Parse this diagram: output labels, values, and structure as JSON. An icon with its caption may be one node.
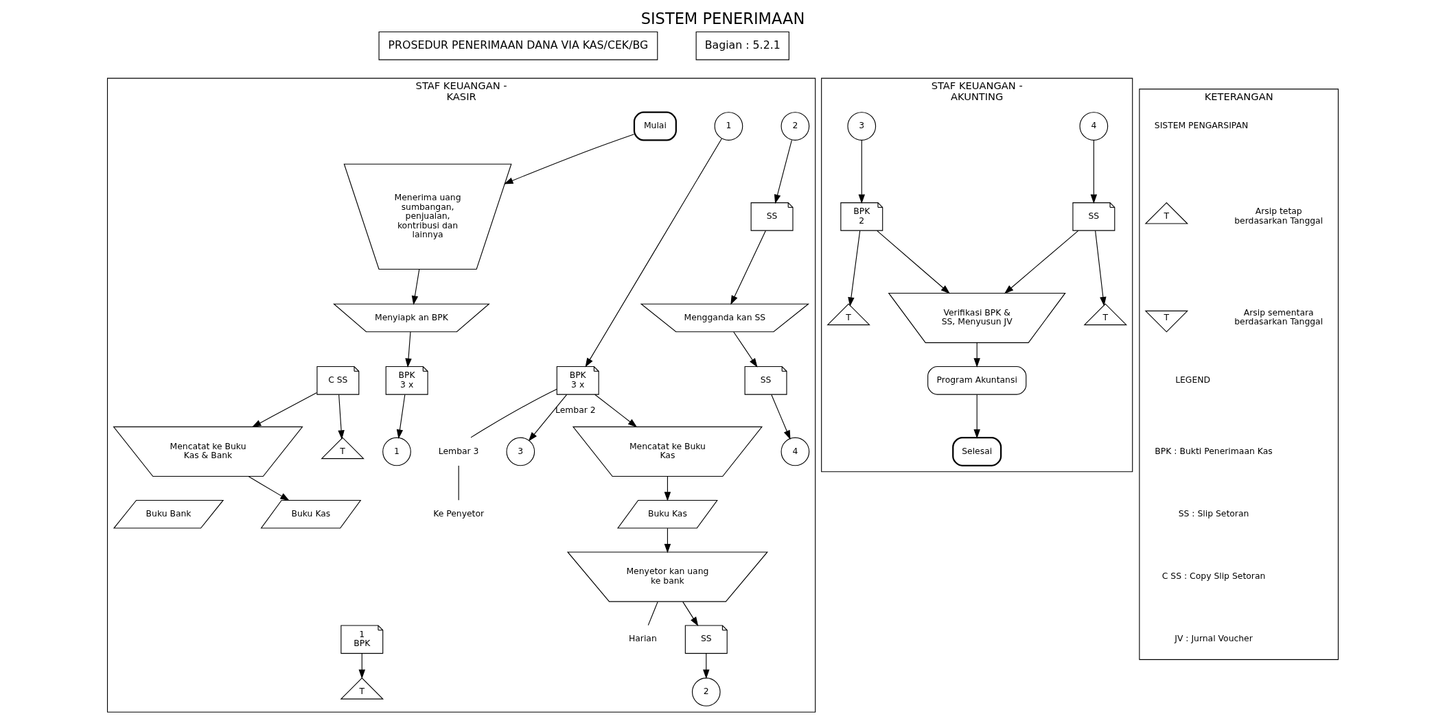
{
  "diagram": {
    "title": "SISTEM PENERIMAAN",
    "nodes": [
      {
        "text": [
          "STAF KEUANGAN - KASIR"
        ]
      },
      {
        "text": [
          "Mulai"
        ],
        "in": 0
      },
      {
        "text": [
          "Menerima uang sumbangan, penjualan, kontribusi dan lainnya"
        ],
        "in": 0
      },
      {
        "text": [
          "Menyiapk an BPK"
        ],
        "in": 0
      },
      {
        "text": [
          "BPK",
          "3 x"
        ],
        "in": 0
      },
      {
        "text": [
          "1"
        ],
        "in": 0
      },
      {
        "text": [
          "1"
        ],
        "in": 0
      },
      {
        "text": [
          "BPK",
          "3 x"
        ],
        "in": 0
      },
      {
        "text": [
          "Lembar 3"
        ],
        "in": 0
      },
      {
        "text": [
          "Ke Penyetor"
        ],
        "in": 0
      },
      {
        "text": [
          "3"
        ],
        "in": 0
      },
      {
        "text": [
          "Mencatat ke Buku Kas"
        ],
        "in": 0
      },
      {
        "text": [
          "Buku Kas"
        ],
        "in": 0
      },
      {
        "text": [
          "Menyetor kan uang ke bank"
        ],
        "in": 0
      },
      {
        "text": [
          "Harian"
        ],
        "in": 0
      },
      {
        "text": [
          "SS"
        ],
        "in": 0
      },
      {
        "text": [
          "1",
          "BPK"
        ],
        "in": 0
      },
      {
        "text": [
          "2"
        ],
        "in": 0
      },
      {
        "text": [
          "T"
        ],
        "in": 0
      },
      {
        "text": [
          "2"
        ],
        "in": 0
      },
      {
        "text": [
          "SS"
        ],
        "in": 0
      },
      {
        "text": [
          "Mengganda kan SS"
        ],
        "in": 0
      },
      {
        "text": [
          "SS"
        ],
        "in": 0
      },
      {
        "text": [
          "C SS"
        ],
        "in": 0
      },
      {
        "text": [
          "4"
        ],
        "in": 0
      },
      {
        "text": [
          "T"
        ],
        "in": 0
      },
      {
        "text": [
          "Mencatat ke Buku Kas & Bank"
        ],
        "in": 0
      },
      {
        "text": [
          "Buku Kas"
        ],
        "in": 0
      },
      {
        "text": [
          "Buku Bank"
        ],
        "in": 0
      },
      {
        "text": [
          "STAF KEUANGAN - AKUNTING"
        ]
      },
      {
        "text": [
          "3"
        ],
        "in": 29
      },
      {
        "text": [
          "4"
        ],
        "in": 29
      },
      {
        "text": [
          "BPK",
          "2"
        ],
        "in": 29
      },
      {
        "text": [
          "SS"
        ],
        "in": 29
      },
      {
        "text": [
          "T"
        ],
        "in": 29
      },
      {
        "text": [
          "T"
        ],
        "in": 29
      },
      {
        "text": [
          "Verifikasi BPK & SS, Menyusun JV"
        ],
        "in": 29
      },
      {
        "text": [
          "Program Akuntansi"
        ],
        "in": 29
      },
      {
        "text": [
          "Selesai"
        ],
        "in": 29
      },
      {
        "text": [
          "KETERANGAN"
        ]
      },
      {
        "text": [
          "T"
        ],
        "in": 39
      },
      {
        "text": [
          "T"
        ],
        "in": 39
      }
    ],
    "edges": [
      {
        "from": 1,
        "to": 2,
        "arrow": "to"
      },
      {
        "from": 2,
        "to": 3,
        "arrow": "to"
      },
      {
        "from": 3,
        "to": 4,
        "arrow": "to"
      },
      {
        "from": 4,
        "to": 6,
        "arrow": "to"
      },
      {
        "from": 5,
        "to": 7,
        "arrow": "to"
      },
      {
        "from": 7,
        "to": 8,
        "arrow": "none"
      },
      {
        "from": 8,
        "to": 9,
        "arrow": "none"
      },
      {
        "from": 7,
        "to": 10,
        "arrow": "to",
        "label": "Lembar 2"
      },
      {
        "from": 7,
        "to": 11,
        "arrow": "to"
      },
      {
        "from": 11,
        "to": 12,
        "arrow": "to"
      },
      {
        "from": 12,
        "to": 13,
        "arrow": "to"
      },
      {
        "from": 13,
        "to": 14,
        "arrow": "none"
      },
      {
        "from": 13,
        "to": 15,
        "arrow": "to"
      },
      {
        "from": 15,
        "to": 19,
        "arrow": "to"
      },
      {
        "from": 16,
        "to": 18,
        "arrow": "to"
      },
      {
        "from": 17,
        "to": 20,
        "arrow": "to"
      },
      {
        "from": 20,
        "to": 21,
        "arrow": "to"
      },
      {
        "from": 21,
        "to": 22,
        "arrow": "to"
      },
      {
        "from": 22,
        "to": 24,
        "arrow": "to"
      },
      {
        "from": 23,
        "to": 25,
        "arrow": "to"
      },
      {
        "from": 23,
        "to": 26,
        "arrow": "to"
      },
      {
        "from": 26,
        "to": 27,
        "arrow": "to"
      },
      {
        "from": 30,
        "to": 32,
        "arrow": "to"
      },
      {
        "from": 31,
        "to": 33,
        "arrow": "to"
      },
      {
        "from": 32,
        "to": 34,
        "arrow": "to"
      },
      {
        "from": 33,
        "to": 35,
        "arrow": "to"
      },
      {
        "from": 32,
        "to": 36,
        "arrow": "to"
      },
      {
        "from": 33,
        "to": 36,
        "arrow": "to"
      },
      {
        "from": 36,
        "to": 37,
        "arrow": "to"
      },
      {
        "from": 37,
        "to": 38,
        "arrow": "to"
      }
    ],
    "labels": [
      "Bagian : 5.2.1",
      "PROSEDUR PENERIMAAN DANA VIA KAS/CEK/BG",
      "SISTEM PENGARSIPAN",
      "LEGEND",
      "BPK : Bukti Penerimaan Kas",
      "SS : Slip Setoran",
      "C SS : Copy Slip Setoran",
      "JV : Jurnal Voucher"
    ],
    "legend": [
      {
        "text": "Arsip tetap berdasarkan Tanggal"
      },
      {
        "text": "Arsip sementara berdasarkan Tanggal"
      }
    ]
  }
}
